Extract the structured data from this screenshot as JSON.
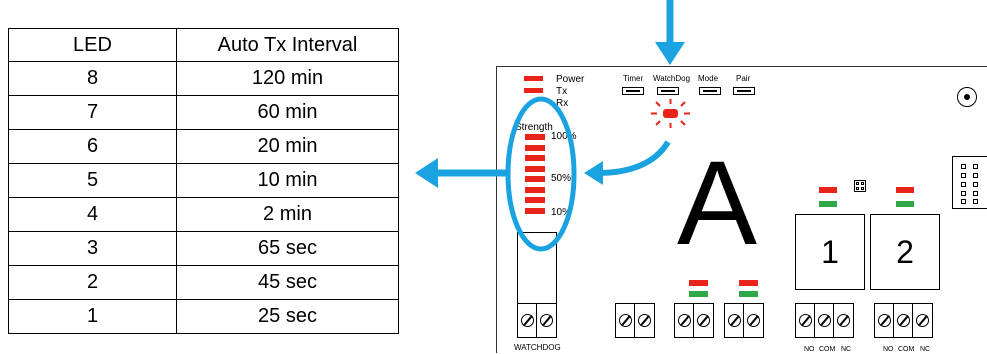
{
  "table": {
    "headers": [
      "LED",
      "Auto Tx Interval"
    ],
    "rows": [
      [
        "8",
        "120 min"
      ],
      [
        "7",
        "60 min"
      ],
      [
        "6",
        "20 min"
      ],
      [
        "5",
        "10 min"
      ],
      [
        "4",
        "2 min"
      ],
      [
        "3",
        "65 sec"
      ],
      [
        "2",
        "45 sec"
      ],
      [
        "1",
        "25 sec"
      ]
    ]
  },
  "board": {
    "led_labels": {
      "power": "Power",
      "tx": "Tx",
      "rx": "Rx"
    },
    "button_labels": [
      "Timer",
      "WatchDog",
      "Mode",
      "Pair"
    ],
    "strength_label": "Strength",
    "strength_marks": [
      "100%",
      "50%",
      "10%"
    ],
    "big_letter": "A",
    "relays": [
      "1",
      "2"
    ],
    "terminal_labels": {
      "watchdog": "WATCHDOG",
      "no": "NO",
      "com": "COM",
      "nc": "NC"
    }
  },
  "colors": {
    "arrow": "#1aa3e0",
    "led_red": "#e8231a",
    "led_green": "#2fa84a"
  }
}
